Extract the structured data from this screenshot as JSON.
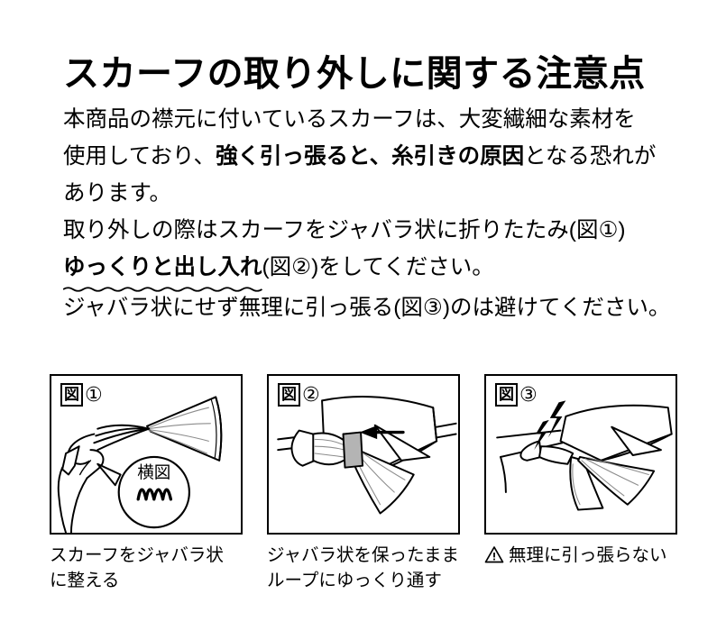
{
  "document": {
    "title": "スカーフの取り外しに関する注意点",
    "paragraph_lines": [
      {
        "id": "p1",
        "segments": [
          {
            "text": "本商品の襟元に付いているスカーフは、大変繊細な素材を",
            "bold": false
          }
        ]
      },
      {
        "id": "p2",
        "segments": [
          {
            "text": "使用しており、",
            "bold": false
          },
          {
            "text": "強く引っ張ると、",
            "bold": true
          },
          {
            "text": "糸引きの原因",
            "bold": true
          },
          {
            "text": "となる恐れが",
            "bold": false
          }
        ]
      },
      {
        "id": "p3",
        "segments": [
          {
            "text": "あります。",
            "bold": false
          }
        ]
      },
      {
        "id": "p4",
        "segments": [
          {
            "text": "取り外しの際はスカーフをジャバラ状に折りたたみ(図①)",
            "bold": false
          }
        ]
      },
      {
        "id": "p5",
        "segments": [
          {
            "text": "ゆっくりと出し入れ",
            "bold": true,
            "wavy_underline": true
          },
          {
            "text": "(図②)をしてください。",
            "bold": false
          }
        ]
      },
      {
        "id": "p6",
        "segments": [
          {
            "text": "ジャバラ状にせず無理に引っ張る(図③)のは避けてください。",
            "bold": false
          }
        ]
      }
    ],
    "line1_text": "本商品の襟元に付いているスカーフは、大変繊細な素材を",
    "line2_plain_a": "使用しており、",
    "line2_bold_a": "強く引っ張ると、",
    "line2_bold_b": "糸引きの原因",
    "line2_plain_b": "となる恐れが",
    "line3_text": "あります。",
    "line4_text": "取り外しの際はスカーフをジャバラ状に折りたたみ(図①)",
    "line5_wavy": "ゆっくりと出し入れ",
    "line5_plain": "(図②)をしてください。",
    "line6_text": "ジャバラ状にせず無理に引っ張る(図③)のは避けてください。"
  },
  "figures": [
    {
      "tag_label": "図",
      "tag_number": "①",
      "callout_label": "横図",
      "callout_icon": "accordion-fold-zigzag",
      "illustration": "hand-pleating-scarf",
      "caption_line1": "スカーフをジャバラ状",
      "caption_line2": "に整える",
      "has_warning_icon": false
    },
    {
      "tag_label": "図",
      "tag_number": "②",
      "callout_label": "",
      "callout_icon": "arrow-left",
      "illustration": "collar-loop-thread-scarf",
      "caption_line1": "ジャバラ状を保ったまま",
      "caption_line2": "ループにゆっくり通す",
      "has_warning_icon": false,
      "loop_color": "#b4b4b4"
    },
    {
      "tag_label": "図",
      "tag_number": "③",
      "callout_label": "",
      "callout_icon": "lightning-stress-marks",
      "illustration": "scarf-pulled-forcefully",
      "caption_line1": "無理に引っ張らない",
      "caption_line2": "",
      "has_warning_icon": true
    }
  ],
  "colors": {
    "background": "#ffffff",
    "ink": "#000000",
    "loop_gray": "#b4b4b4",
    "shade_gray": "#9a9a9a"
  }
}
